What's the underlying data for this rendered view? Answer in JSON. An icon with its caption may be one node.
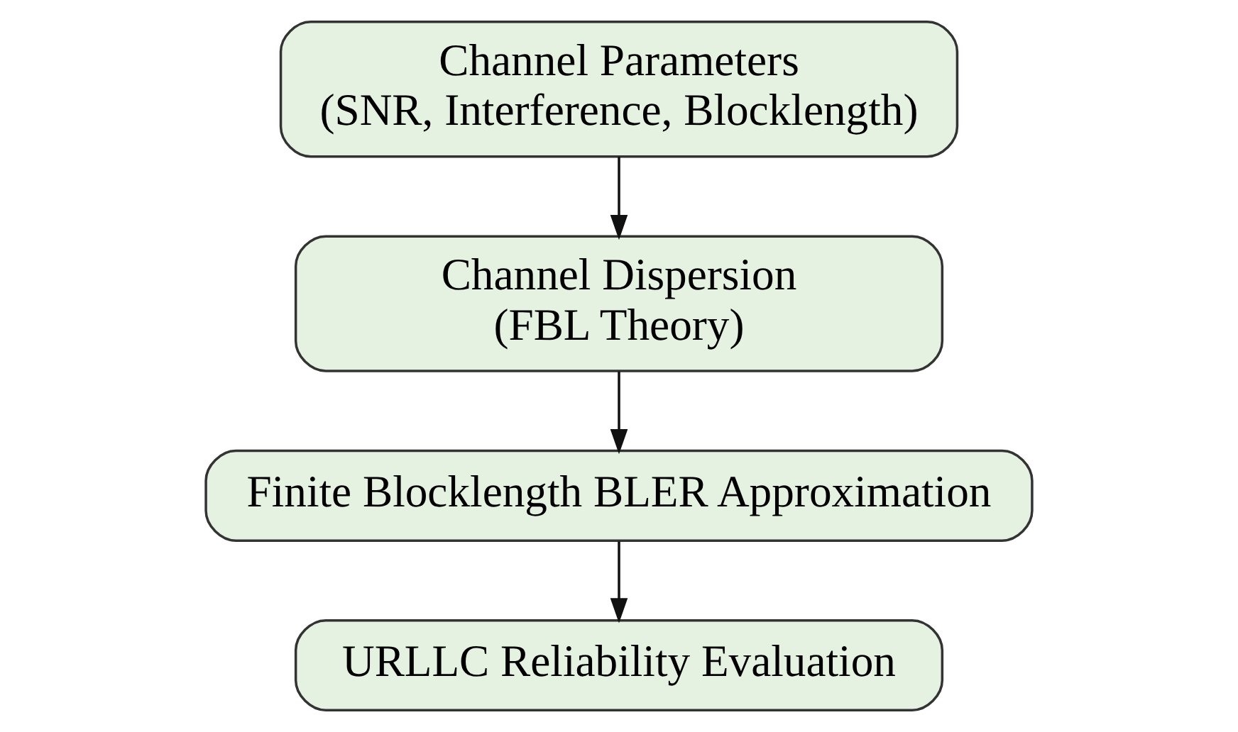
{
  "diagram": {
    "nodes": [
      {
        "text": [
          "Channel Parameters",
          "(SNR, Interference, Blocklength)"
        ]
      },
      {
        "text": [
          "Channel Dispersion",
          "(FBL Theory)"
        ]
      },
      {
        "text": [
          "Finite Blocklength BLER Approximation"
        ]
      },
      {
        "text": [
          "URLLC Reliability Evaluation"
        ]
      }
    ],
    "edges": [
      {
        "from": 0,
        "to": 1,
        "arrow": "to"
      },
      {
        "from": 1,
        "to": 2,
        "arrow": "to"
      },
      {
        "from": 2,
        "to": 3,
        "arrow": "to"
      }
    ]
  }
}
